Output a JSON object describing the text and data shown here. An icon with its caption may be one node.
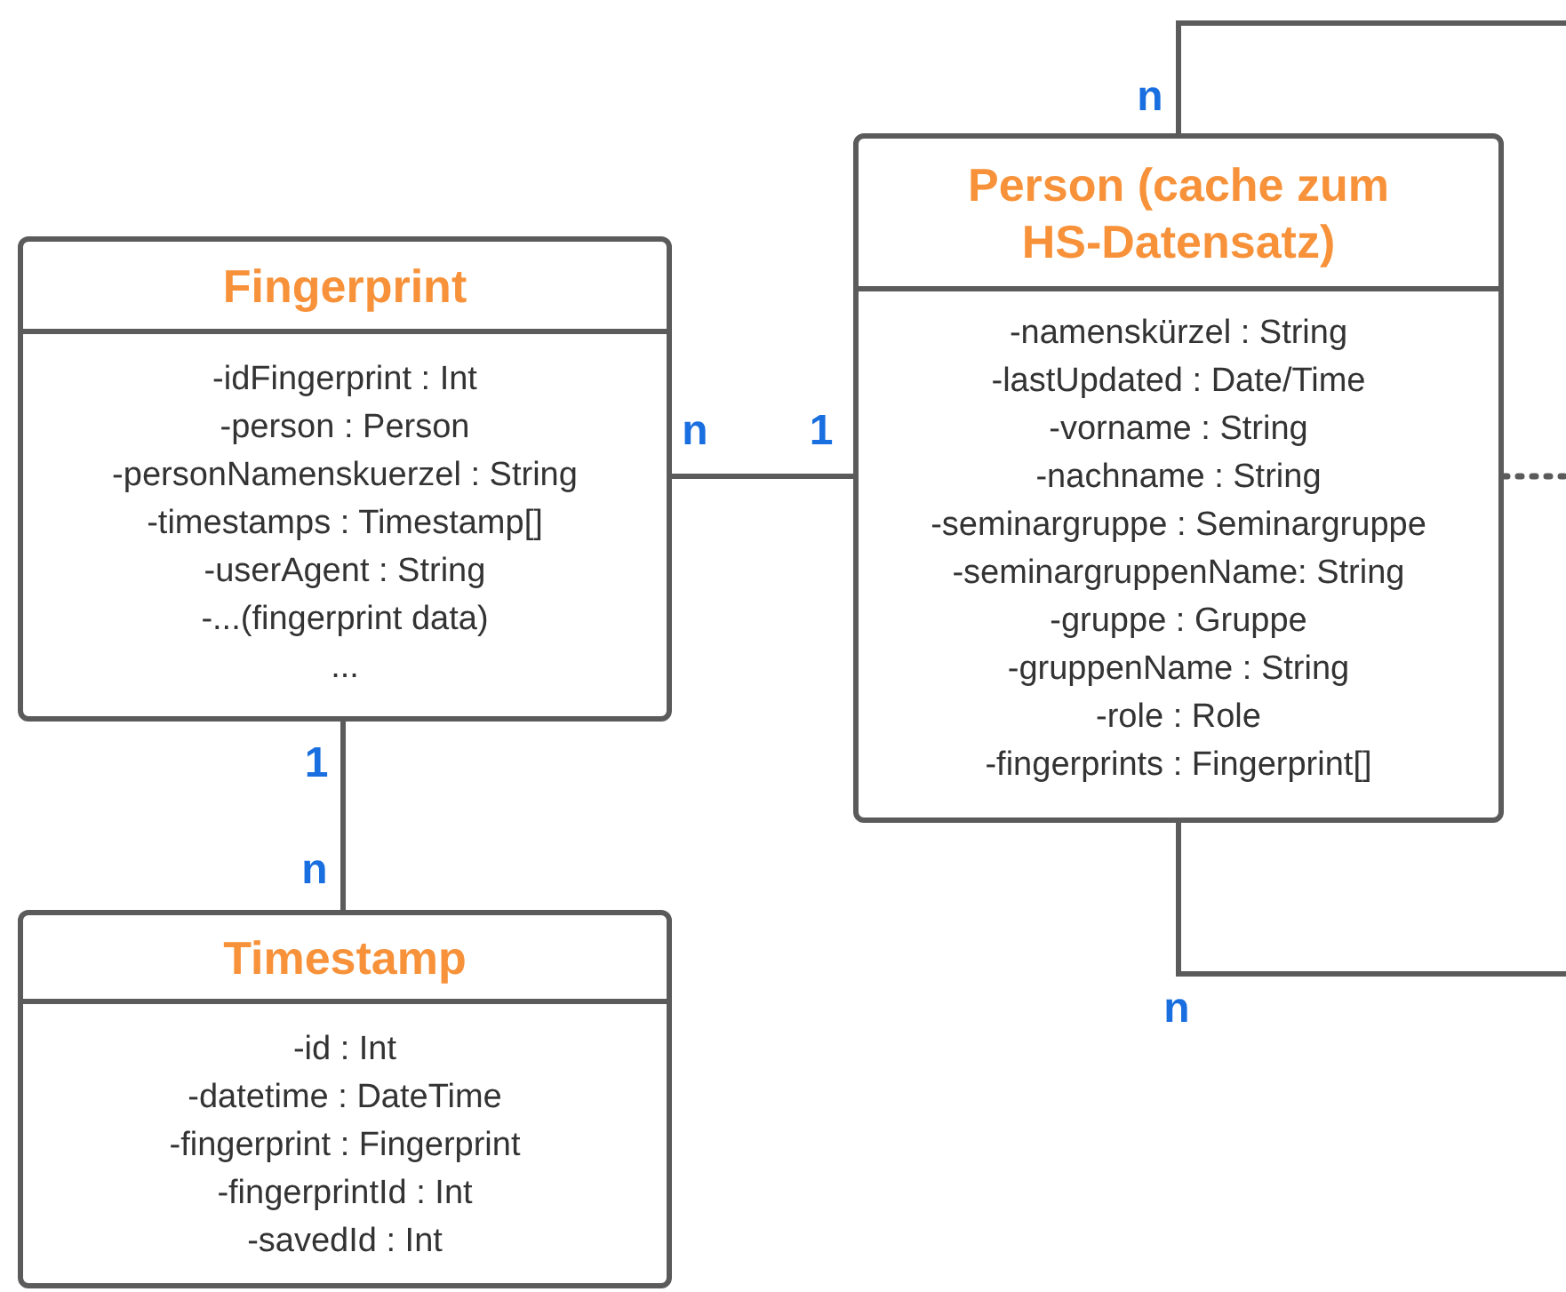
{
  "diagram": {
    "nodes": [
      {
        "text": [
          "Fingerprint",
          "-idFingerprint : Int",
          "-person : Person",
          "-personNamenskuerzel : String",
          "-timestamps : Timestamp[]",
          "-userAgent : String",
          "-...(fingerprint data)",
          "..."
        ]
      },
      {
        "text": [
          "Person (cache zum HS-Datensatz)",
          "-namenskürzel : String",
          "-lastUpdated : Date/Time",
          "-vorname : String",
          "-nachname : String",
          "-seminargruppe : Seminargruppe",
          "-seminargruppenName: String",
          "-gruppe : Gruppe",
          "-gruppenName : String",
          "-role : Role",
          "-fingerprints : Fingerprint[]"
        ]
      },
      {
        "text": [
          "Timestamp",
          "-id : Int",
          "-datetime : DateTime",
          "-fingerprint : Fingerprint",
          "-fingerprintId : Int",
          "-savedId : Int"
        ]
      }
    ],
    "edges": [
      {
        "from": 0,
        "to": 1,
        "arrow": "none"
      },
      {
        "from": 0,
        "to": 2,
        "arrow": "none"
      },
      {
        "from": 1,
        "to": null,
        "arrow": "none"
      },
      {
        "from": 1,
        "to": null,
        "arrow": "none"
      },
      {
        "from": 1,
        "to": null,
        "arrow": "none",
        "style": "dashed"
      }
    ],
    "labels": [
      "n",
      "n",
      "1",
      "1",
      "n",
      "n"
    ]
  }
}
